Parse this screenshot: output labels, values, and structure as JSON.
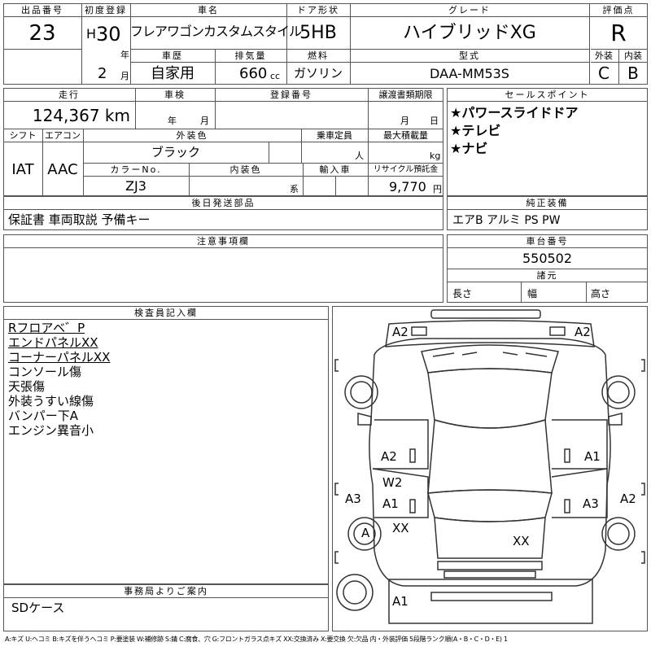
{
  "header": {
    "lot_label": "出品番号",
    "lot": "23",
    "first_reg_label": "初度登録",
    "era": "H",
    "year": "30",
    "year_unit": "年",
    "month": "2",
    "month_unit": "月",
    "car_name_label": "車名",
    "car_name": "フレアワゴンカスタムスタイル",
    "door_label": "ドア形状",
    "door": "5HB",
    "grade_label": "グレード",
    "grade": "ハイブリッドXG",
    "score_label": "評価点",
    "score": "R",
    "history_label": "車歴",
    "history": "自家用",
    "displacement_label": "排気量",
    "displacement": "660",
    "displacement_unit": "cc",
    "fuel_label": "燃料",
    "fuel": "ガソリン",
    "model_label": "型式",
    "model": "DAA-MM53S",
    "ext_label": "外装",
    "ext_score": "C",
    "int_label": "内装",
    "int_score": "B"
  },
  "row2": {
    "mileage_label": "走行",
    "mileage": "124,367 km",
    "inspection_label": "車検",
    "insp_year_unit": "年",
    "insp_month_unit": "月",
    "regno_label": "登録番号",
    "transfer_label": "譲渡書類期限",
    "transfer_month_unit": "月",
    "transfer_day_unit": "日",
    "shift_label": "シフト",
    "shift": "IAT",
    "aircon_label": "エアコン",
    "aircon": "AAC",
    "color_label": "外装色",
    "color": "ブラック",
    "capacity_label": "乗車定員",
    "capacity_unit": "人",
    "load_label": "最大積載量",
    "load_unit": "kg",
    "color_no_label": "カラーNo.",
    "color_no": "ZJ3",
    "int_color_label": "内装色",
    "int_color_unit": "系",
    "import_label": "輸入車",
    "recycle_label": "リサイクル預託金",
    "recycle": "9,770",
    "recycle_unit": "円"
  },
  "sales": {
    "label": "セールスポイント",
    "points": [
      "★パワースライドドア",
      "★テレビ",
      "★ナビ"
    ]
  },
  "later_parts": {
    "label": "後日発送部品",
    "value": "保証書 車両取説 予備キー"
  },
  "genuine": {
    "label": "純正装備",
    "value": "エアB アルミ PS PW"
  },
  "notes": {
    "label": "注意事項欄"
  },
  "chassis": {
    "label": "車台番号",
    "value": "550502"
  },
  "dims": {
    "label": "諸元",
    "length": "長さ",
    "width": "幅",
    "height": "高さ"
  },
  "inspector": {
    "label": "検査員記入欄",
    "lines": [
      "Rフロアベ゛P",
      "エンドパネルXX",
      "コーナーパネルXX",
      "コンソール傷",
      "天張傷",
      "外装うすい線傷",
      "バンパー下A",
      "エンジン異音小"
    ]
  },
  "diagram": {
    "marks": [
      "A2",
      "A2",
      "A2",
      "A1",
      "W2",
      "A1",
      "A3",
      "A3",
      "A2",
      "A",
      "XX",
      "XX",
      "A1"
    ]
  },
  "office": {
    "label": "事務局よりご案内",
    "value": "SDケース"
  },
  "legend": "A:キズ U:ヘコミ B:キズを伴うヘコミ P:要塗装 W:補修跡 S:錆 C:腐食、穴 G:フロントガラス点キズ XX:交換済み X:要交換 欠:欠品 内・外装評価 5段階ランク順(A・B・C・D・E) 1"
}
